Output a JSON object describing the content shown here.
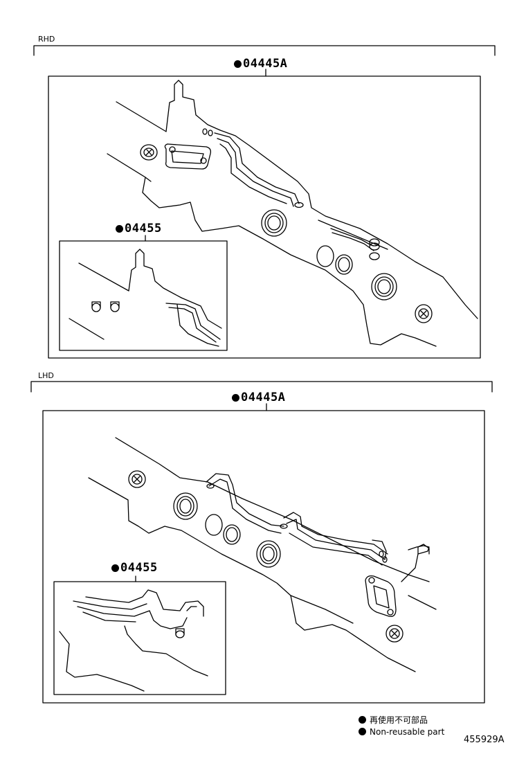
{
  "sections": [
    {
      "label": "RHD",
      "kit_label": "04445A",
      "inset_label": "04455"
    },
    {
      "label": "LHD",
      "kit_label": "04445A",
      "inset_label": "04455"
    }
  ],
  "legend": {
    "line_jp": "再使用不可部品",
    "line_en": "Non-reusable part"
  },
  "figure_number": "455929A",
  "colors": {
    "ink": "#000000",
    "background": "#ffffff"
  }
}
